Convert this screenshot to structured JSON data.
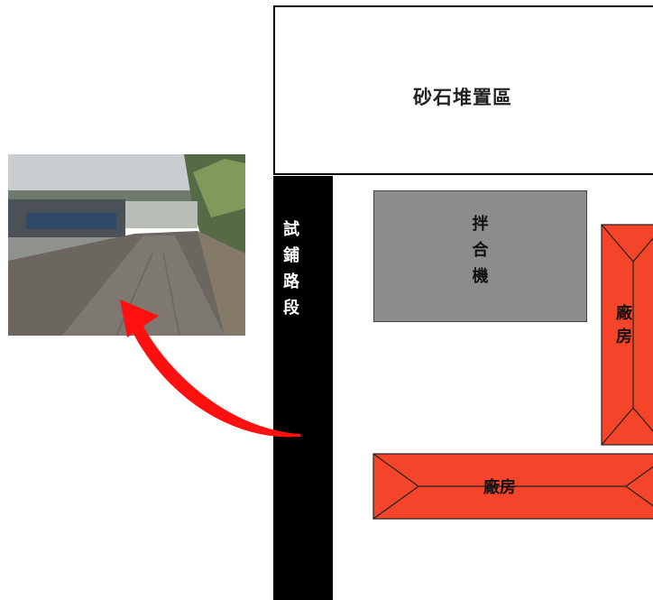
{
  "storage_area": {
    "label": "砂石堆置區"
  },
  "trial_road": {
    "label": "試\n鋪\n路\n段"
  },
  "mixer": {
    "label": "拌\n合\n機"
  },
  "factory_right": {
    "label": "廠\n房"
  },
  "factory_bottom": {
    "label": "廠房"
  },
  "colors": {
    "factory_fill": "#f4452a",
    "mixer_fill": "#8c8c8c",
    "road_fill": "#000000",
    "arrow": "#ff0000"
  },
  "photo": {
    "description_icon": "site-photo-dirt-road"
  }
}
